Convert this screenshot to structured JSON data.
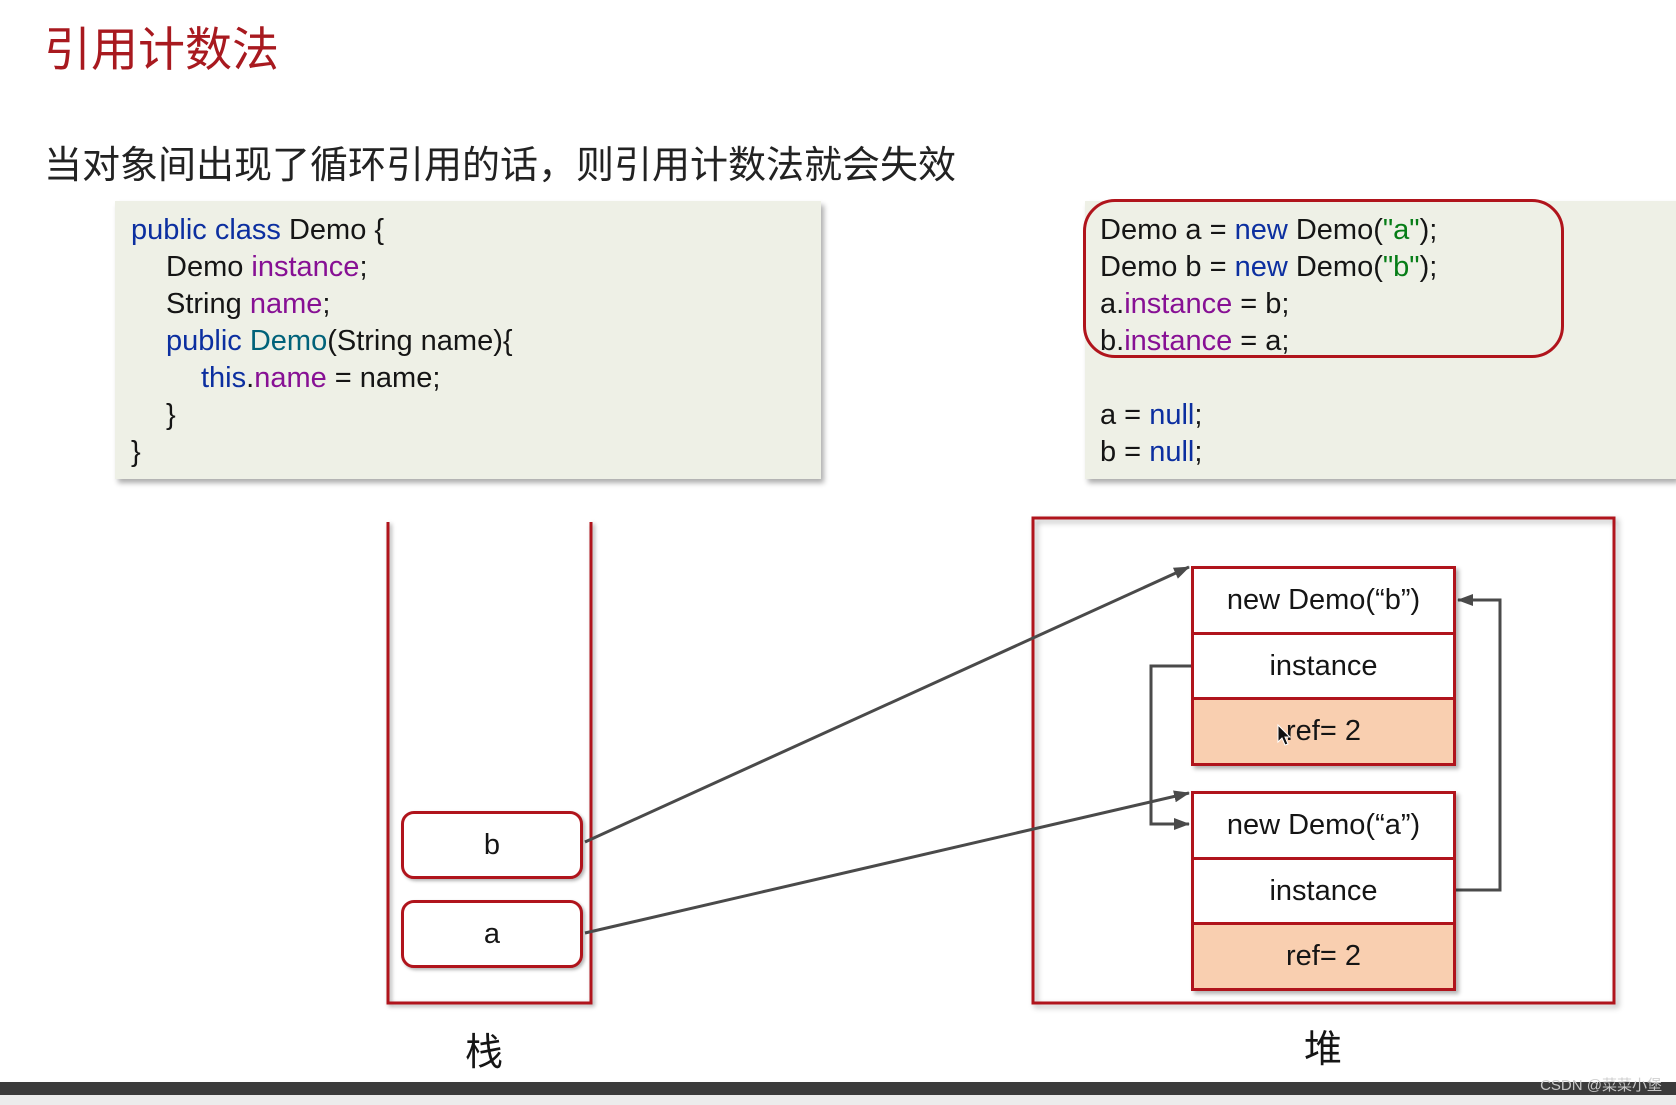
{
  "slide": {
    "title": "引用计数法",
    "subtitle": "当对象间出现了循环引用的话，则引用计数法就会失效"
  },
  "code_left": {
    "lines": [
      [
        "public class",
        " Demo {"
      ],
      [
        "Demo ",
        "instance",
        ";"
      ],
      [
        "String ",
        "name",
        ";"
      ],
      [
        "public",
        " Demo",
        "(String name){"
      ],
      [
        "this",
        ".",
        "name",
        " = name;"
      ],
      [
        "}"
      ],
      [
        "}"
      ]
    ]
  },
  "code_right": {
    "lines": [
      [
        "Demo a = ",
        "new",
        " Demo(",
        "\"a\"",
        ");"
      ],
      [
        "Demo b = ",
        "new",
        " Demo(",
        "\"b\"",
        ");"
      ],
      [
        "a.",
        "instance",
        " = b;"
      ],
      [
        "b.",
        "instance",
        " = a;"
      ],
      [],
      [
        "a = ",
        "null",
        ";"
      ],
      [
        "b = ",
        "null",
        ";"
      ]
    ]
  },
  "stack": {
    "label": "栈",
    "frames": [
      "b",
      "a"
    ]
  },
  "heap": {
    "label": "堆",
    "objects": [
      {
        "header": "new Demo(“b”)",
        "field": "instance",
        "ref": "ref= 2"
      },
      {
        "header": "new Demo(“a”)",
        "field": "instance",
        "ref": "ref= 2"
      }
    ]
  },
  "icons": {
    "cursor": "mouse-cursor-icon"
  },
  "watermark": "CSDN @菜菜小堡",
  "colors": {
    "title": "#a8191f",
    "border": "#b0141c",
    "ref_fill": "#f9cfb0",
    "code_bg": "#eef0e6",
    "keyword": "#0c2fa0",
    "field": "#871094",
    "string": "#067d17",
    "method": "#00627a",
    "arrow": "#4a4a4a"
  }
}
